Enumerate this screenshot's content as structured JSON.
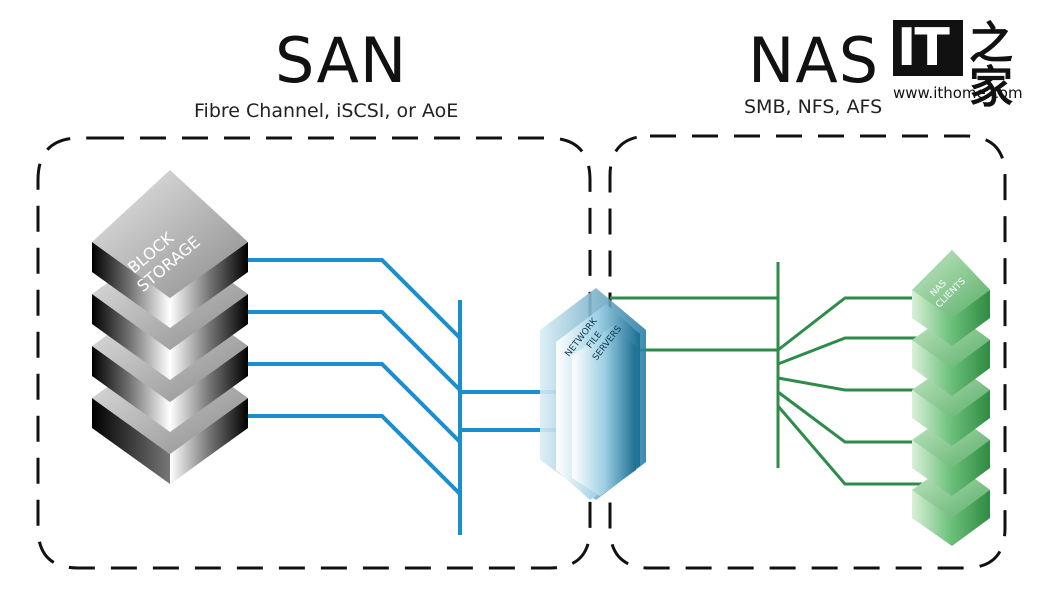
{
  "san": {
    "title": "SAN",
    "subtitle": "Fibre Channel, iSCSI, or AoE",
    "block_storage_label_line1": "BLOCK",
    "block_storage_label_line2": "STORAGE"
  },
  "nas": {
    "title": "NAS",
    "subtitle": "SMB, NFS, AFS",
    "clients_label_line1": "NAS",
    "clients_label_line2": "CLIENTS"
  },
  "servers": {
    "label_line1": "NETWORK",
    "label_line2": "FILE",
    "label_line3": "SERVERS"
  },
  "watermark": {
    "logo_text": "IT",
    "logo_cn": "之家",
    "url": "www.ithome.com"
  },
  "colors": {
    "san_link": "#1a8fd0",
    "nas_link": "#2e8b4a",
    "block_dark": "#111111",
    "server_blue": "#5aa9c9",
    "client_green": "#5ab56a"
  }
}
